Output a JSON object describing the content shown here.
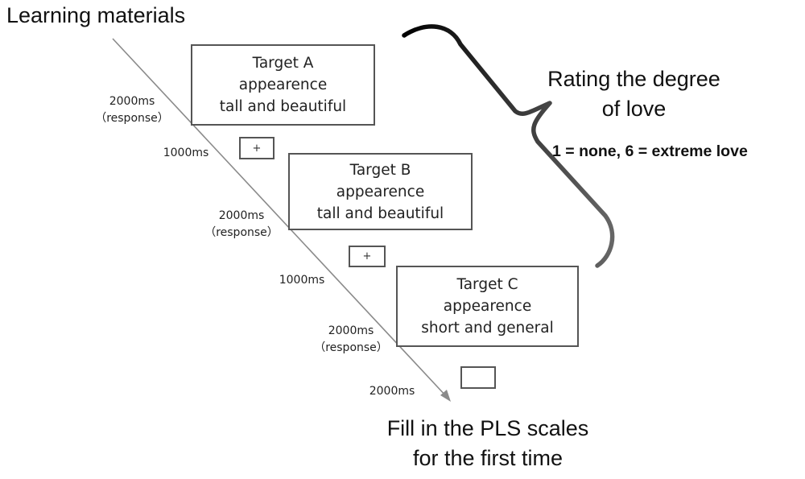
{
  "title": "Learning materials",
  "trials": [
    {
      "target": "Target A",
      "attribute": "appearence",
      "description": "tall and beautiful",
      "duration": "2000ms",
      "duration_note": "（response）"
    },
    {
      "target": "Target B",
      "attribute": "appearence",
      "description": "tall and beautiful",
      "duration": "2000ms",
      "duration_note": "（response）"
    },
    {
      "target": "Target C",
      "attribute": "appearence",
      "description": "short and general",
      "duration": "2000ms",
      "duration_note": "（response）"
    }
  ],
  "fixations": [
    {
      "symbol": "+",
      "duration": "1000ms"
    },
    {
      "symbol": "+",
      "duration": "1000ms"
    },
    {
      "symbol": "",
      "duration": "2000ms"
    }
  ],
  "rating": {
    "line1": "Rating the degree",
    "line2": "of  love",
    "scale": "1 = none, 6 = extreme love"
  },
  "final": {
    "line1": "Fill in the PLS scales",
    "line2": "for the first time"
  }
}
